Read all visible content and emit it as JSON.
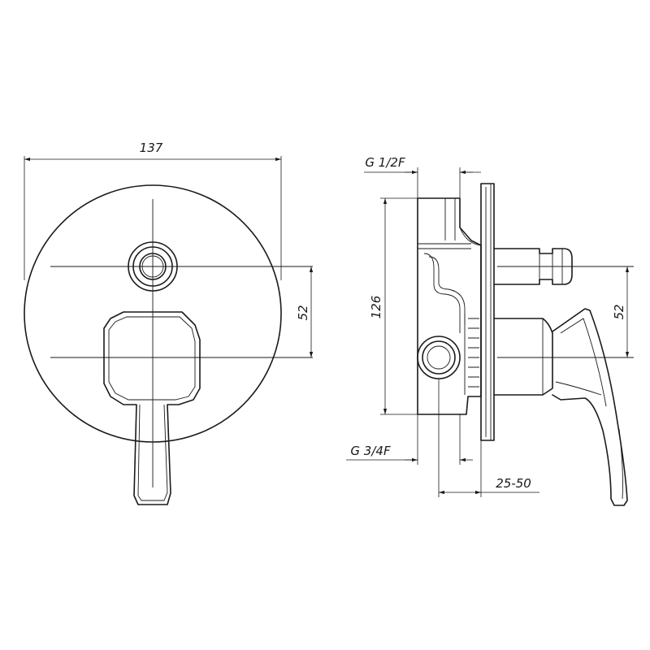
{
  "dimensions": {
    "overall_width": "137",
    "front_vertical_offset": "52",
    "side_vertical_offset": "52",
    "overall_height": "126",
    "inlet_top": "G 1/2F",
    "inlet_bottom": "G 3/4F",
    "wall_depth": "25-50"
  }
}
